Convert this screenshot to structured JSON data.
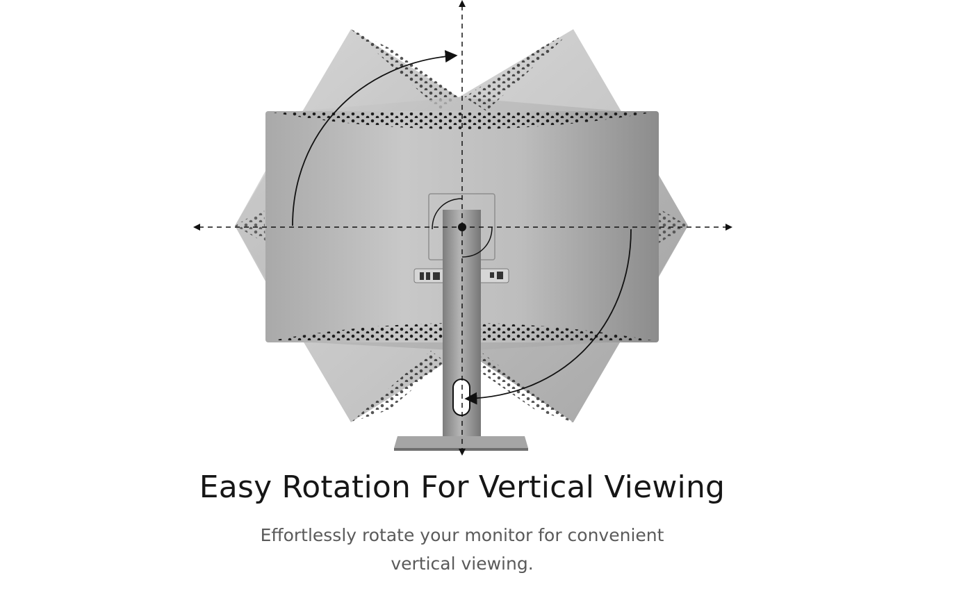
{
  "feature": {
    "title": "Easy Rotation For Vertical Viewing",
    "description": "Effortlessly rotate your monitor for convenient vertical viewing."
  },
  "icons": [
    "vertical-axis-arrow",
    "horizontal-axis-arrow",
    "rotation-arrow",
    "pivot-point"
  ],
  "colors": {
    "background": "#ffffff",
    "title": "#161616",
    "description": "#5a5a5a",
    "monitor_body": "#9a9a9a",
    "stand": "#8a8a8a",
    "guides": "#111111"
  }
}
